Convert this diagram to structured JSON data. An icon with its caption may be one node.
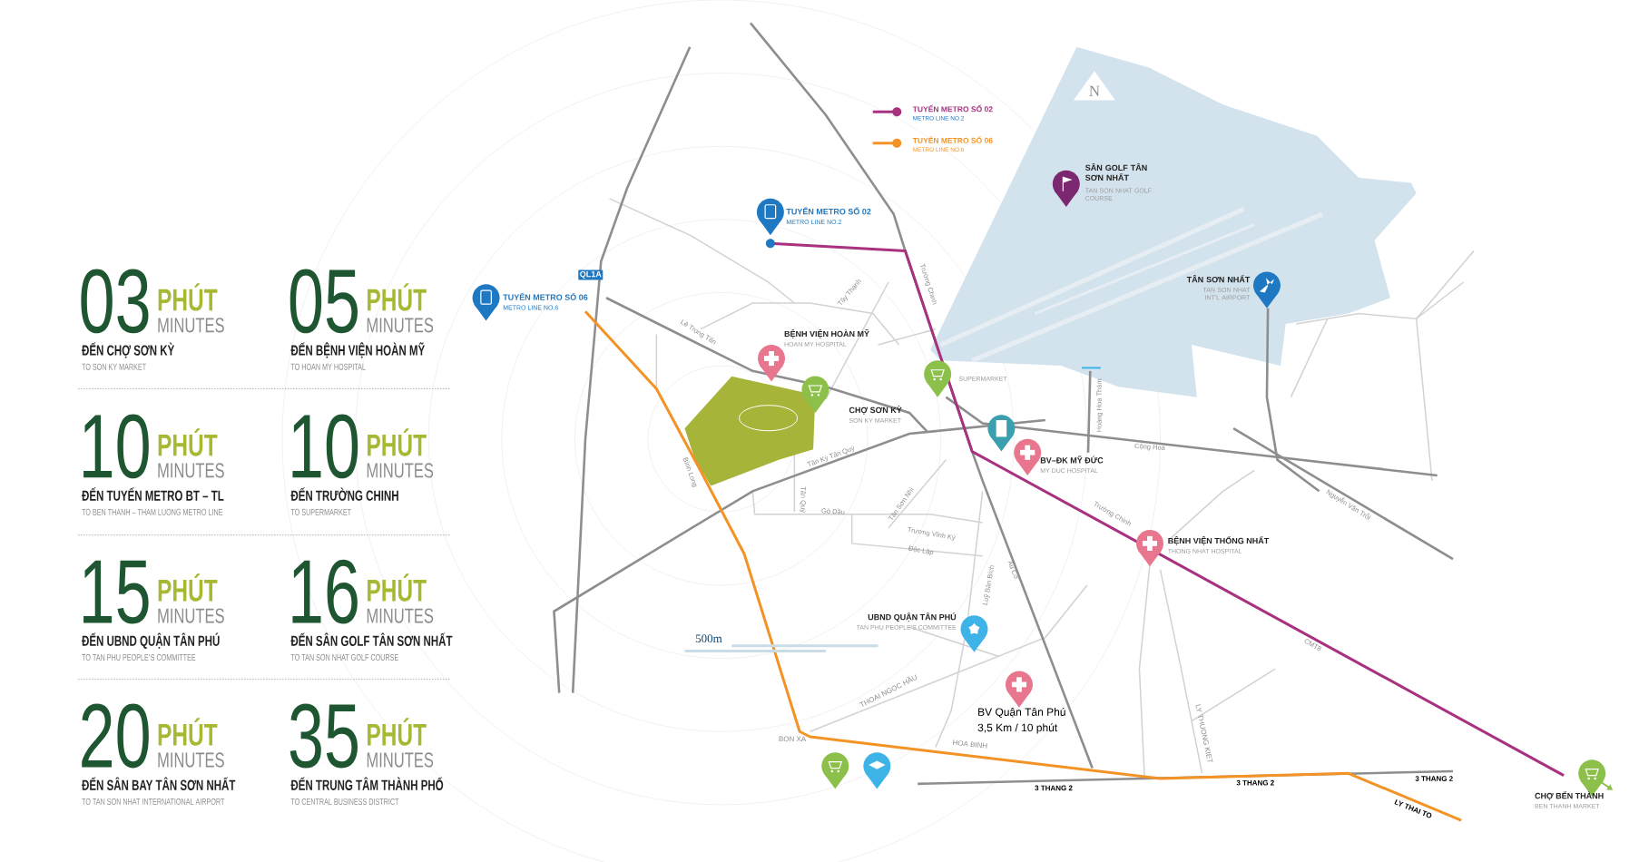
{
  "diagram": {
    "nodes": [
      {
        "text": [
          "03",
          "PHÚT",
          "MINUTES",
          "ĐẾN CHỢ SƠN KỲ",
          "TO SON KY MARKET"
        ]
      },
      {
        "text": [
          "05",
          "PHÚT",
          "MINUTES",
          "ĐẾN BỆNH VIỆN HOÀN MỸ",
          "TO HOAN MY HOSPITAL"
        ]
      },
      {
        "text": [
          "10",
          "PHÚT",
          "MINUTES",
          "ĐẾN TUYẾN METRO BT – TL",
          "TO BEN THANH – THAM LUONG METRO LINE"
        ]
      },
      {
        "text": [
          "10",
          "PHÚT",
          "MINUTES",
          "ĐẾN TRƯỜNG CHINH",
          "TO SUPERMARKET"
        ]
      },
      {
        "text": [
          "15",
          "PHÚT",
          "MINUTES",
          "ĐẾN UBND QUẬN TÂN PHÚ",
          "TO TAN PHU PEOPLE'S COMMITTEE"
        ]
      },
      {
        "text": [
          "16",
          "PHÚT",
          "MINUTES",
          "ĐẾN SÂN GOLF TÂN SƠN NHẤT",
          "TO TAN SON NHAT GOLF COURSE"
        ]
      },
      {
        "text": [
          "20",
          "PHÚT",
          "MINUTES",
          "ĐẾN SÂN BAY TÂN SƠN NHẤT",
          "TO TAN SON NHAT INTERNATIONAL AIRPORT"
        ]
      },
      {
        "text": [
          "35",
          "PHÚT",
          "MINUTES",
          "ĐẾN TRUNG TÂM THÀNH PHỐ",
          "TO CENTRAL BUSINESS DISTRICT"
        ]
      },
      {
        "text": [
          "TUYẾN METRO SỐ 06",
          "METRO LINE NO.6"
        ]
      },
      {
        "text": [
          "TUYẾN METRO SỐ 02",
          "METRO LINE NO.2"
        ]
      },
      {
        "text": [
          "BỆNH VIỆN HOÀN MỸ",
          "HOAN MY HOSPITAL"
        ]
      },
      {
        "text": [
          "CHỢ SƠN KỲ",
          "SON KY MARKET"
        ]
      },
      {
        "text": [
          "SUPERMARKET"
        ]
      },
      {
        "text": [],
        "shape": "pin"
      },
      {
        "text": [
          "BV–ĐK MỸ ĐỨC",
          "MY DUC HOSPITAL"
        ]
      },
      {
        "text": [
          "SÂN GOLF TÂN SƠN NHẤT",
          "TAN SON NHAT GOLF COURSE"
        ]
      },
      {
        "text": [
          "TÂN SƠN NHẤT",
          "TAN SON NHAT INT'L AIRPORT"
        ]
      },
      {
        "text": [
          "BỆNH VIỆN THỐNG NHẤT",
          "THONG NHAT HOSPITAL"
        ]
      },
      {
        "text": [
          "UBND QUẬN TÂN PHÚ",
          "TAN PHU PEOPLE'S COMMITTEE"
        ]
      },
      {
        "text": [
          "BV Quận Tân Phú",
          "3,5 Km / 10 phút"
        ]
      },
      {
        "text": [],
        "shape": "pin"
      },
      {
        "text": [],
        "shape": "pin"
      },
      {
        "text": [
          "CHỢ BẾN THÀNH",
          "BEN THANH MARKET"
        ]
      }
    ],
    "labels": [
      "QL1A",
      "Lê Trọng Tấn",
      "Tây Thạnh",
      "Trường Chinh",
      "Tân Kỳ Tân Quý",
      "Bình Long",
      "Tân Quý",
      "Gò Dầu",
      "Tân Sơn Nhì",
      "Trương Vĩnh Ký",
      "Độc Lập",
      "Luỹ Bán Bích",
      "Âu Cơ",
      "Hoàng Hoa Thám",
      "Cộng Hoà",
      "Nguyễn Văn Trỗi",
      "Trường Chinh",
      "CMT8",
      "THOẠI NGỌC HẦU",
      "BON XA",
      "HOA BINH",
      "LY THUONG KIET",
      "3 THANG 2",
      "3 THANG 2",
      "3 THANG 2",
      "LY THAI TO",
      "500m",
      "N",
      "METRO LINE NO.2",
      "METRO LINE NO.6"
    ],
    "legend": [
      {
        "text": "TUYẾN METRO SỐ 02",
        "color": "#a8327f"
      },
      {
        "text": "TUYẾN METRO SỐ 06",
        "color": "#f39325"
      }
    ]
  }
}
